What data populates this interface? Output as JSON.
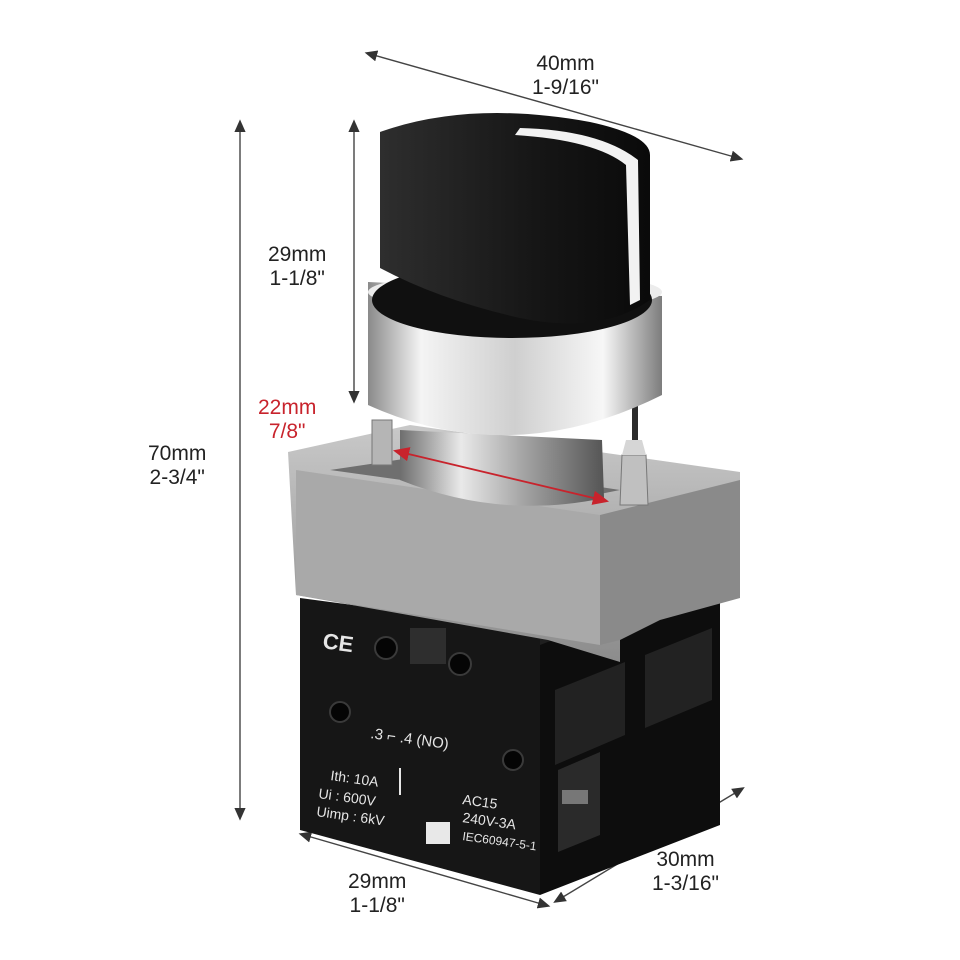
{
  "dimensions": {
    "width_top": {
      "mm": "40mm",
      "inch": "1-9/16\""
    },
    "knob_height": {
      "mm": "29mm",
      "inch": "1-1/8\""
    },
    "collar_diameter": {
      "mm": "22mm",
      "inch": "7/8\""
    },
    "total_height": {
      "mm": "70mm",
      "inch": "2-3/4\""
    },
    "width_bottom": {
      "mm": "29mm",
      "inch": "1-1/8\""
    },
    "depth_bottom": {
      "mm": "30mm",
      "inch": "1-3/16\""
    }
  },
  "product_labels": {
    "ce_mark": "CE",
    "contact": ".3 ⌐ .4 (NO)",
    "ith": "Ith: 10A",
    "ui": "Ui : 600V",
    "uimp": "Uimp : 6kV",
    "ac": "AC15",
    "rating": "240V-3A",
    "standard": "IEC60947-5-1"
  },
  "colors": {
    "dimension_accent": "#c8232c",
    "knob": "#1b1b1b",
    "collar": "#d8d8d8",
    "bracket": "#9a9a9a",
    "contact_block": "#151515"
  }
}
